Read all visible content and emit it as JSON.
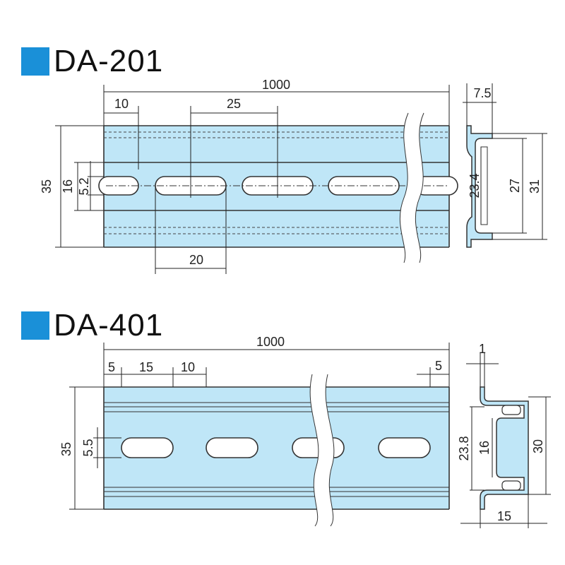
{
  "colors": {
    "rail_fill": "#bfe6f7",
    "title_marker": "#1a90d8",
    "line": "#333333"
  },
  "da201": {
    "title": "DA-201",
    "dims": {
      "length": "1000",
      "first_slot_offset": "10",
      "slot_pitch": "25",
      "width": "35",
      "inner_band": "16",
      "slot_width": "5.2",
      "slot_length": "20",
      "section_depth": "7.5",
      "section_inner": "23.4",
      "section_mid": "27",
      "section_outer": "31"
    }
  },
  "da401": {
    "title": "DA-401",
    "dims": {
      "length": "1000",
      "start_offset": "5",
      "slot_length": "15",
      "slot_gap": "10",
      "end_offset": "5",
      "width": "35",
      "slot_width": "5.5",
      "flange_thickness": "1",
      "section_inner": "23.8",
      "section_mid": "16",
      "section_outer": "30",
      "section_depth": "15"
    }
  }
}
